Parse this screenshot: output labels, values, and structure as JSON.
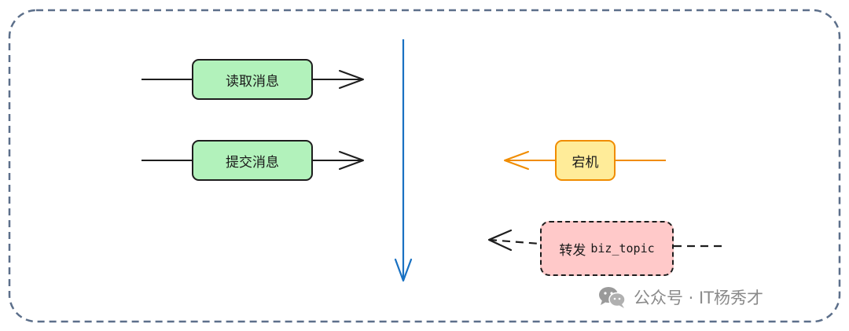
{
  "nodes": {
    "read_message": "读取消息",
    "commit_message": "提交消息",
    "crash": "宕机",
    "forward_prefix": "转发",
    "forward_topic": "biz_topic"
  },
  "watermark": {
    "text": "公众号 · IT杨秀才",
    "icon": "wechat-icon"
  },
  "colors": {
    "frame": "#5c6f8a",
    "timeline": "#1971c2",
    "green_fill": "#b2f2bb",
    "yellow_fill": "#ffec99",
    "yellow_stroke": "#f08c00",
    "red_fill": "#ffc9c9",
    "stroke": "#1e1e1e"
  }
}
